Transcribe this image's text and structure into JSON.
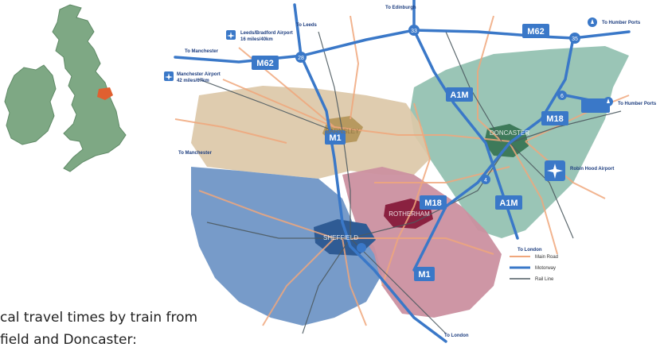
{
  "caption": {
    "line1": "cal travel times by train from",
    "line2": "field and Doncaster:"
  },
  "regions": [
    {
      "label": "BARNSLEY",
      "color": "#d9c4a6",
      "core": "#b7995f"
    },
    {
      "label": "DONCASTER",
      "color": "#8fbfae",
      "core": "#3e7a5a"
    },
    {
      "label": "SHEFFIELD",
      "color": "#6f93c4",
      "core": "#2f5b94"
    },
    {
      "label": "ROTHERHAM",
      "color": "#c98e9e",
      "core": "#8a2140"
    }
  ],
  "roads": {
    "m62_west": "M62",
    "m62_east": "M62",
    "a1m_north": "A1M",
    "m18_east": "M18",
    "m18_south": "M18",
    "a1m_south": "A1M",
    "m1_north": "M1",
    "m1_south": "M1",
    "junctions": [
      "28",
      "33",
      "35",
      "6",
      "4"
    ]
  },
  "labels": {
    "to_edinburgh": "To Edinburgh",
    "to_leeds": "To Leeds",
    "leeds_airport": "Leeds/Bradford Airport",
    "leeds_airport_time": "16 miles/40km",
    "to_manchester_north": "To Manchester",
    "manchester_airport": "Manchester Airport",
    "manchester_airport_time": "42 miles/67km",
    "to_manchester_west": "To Manchester",
    "to_humber_ports_ne": "To Humber Ports",
    "to_humber_ports_e": "To Humber Ports",
    "robin_hood_airport": "Robin Hood Airport",
    "to_london_east": "To London",
    "to_london_south": "To London"
  },
  "legend": {
    "main_road": "Main Road",
    "motorway": "Motorway",
    "rail_line": "Rail Line"
  },
  "colors": {
    "motorway_blue": "#3a78c8",
    "main_road_orange": "#f0a77c",
    "rail_grey": "#4d5a60",
    "uk_green": "#6f9e78",
    "highlight_orange": "#e06030"
  }
}
